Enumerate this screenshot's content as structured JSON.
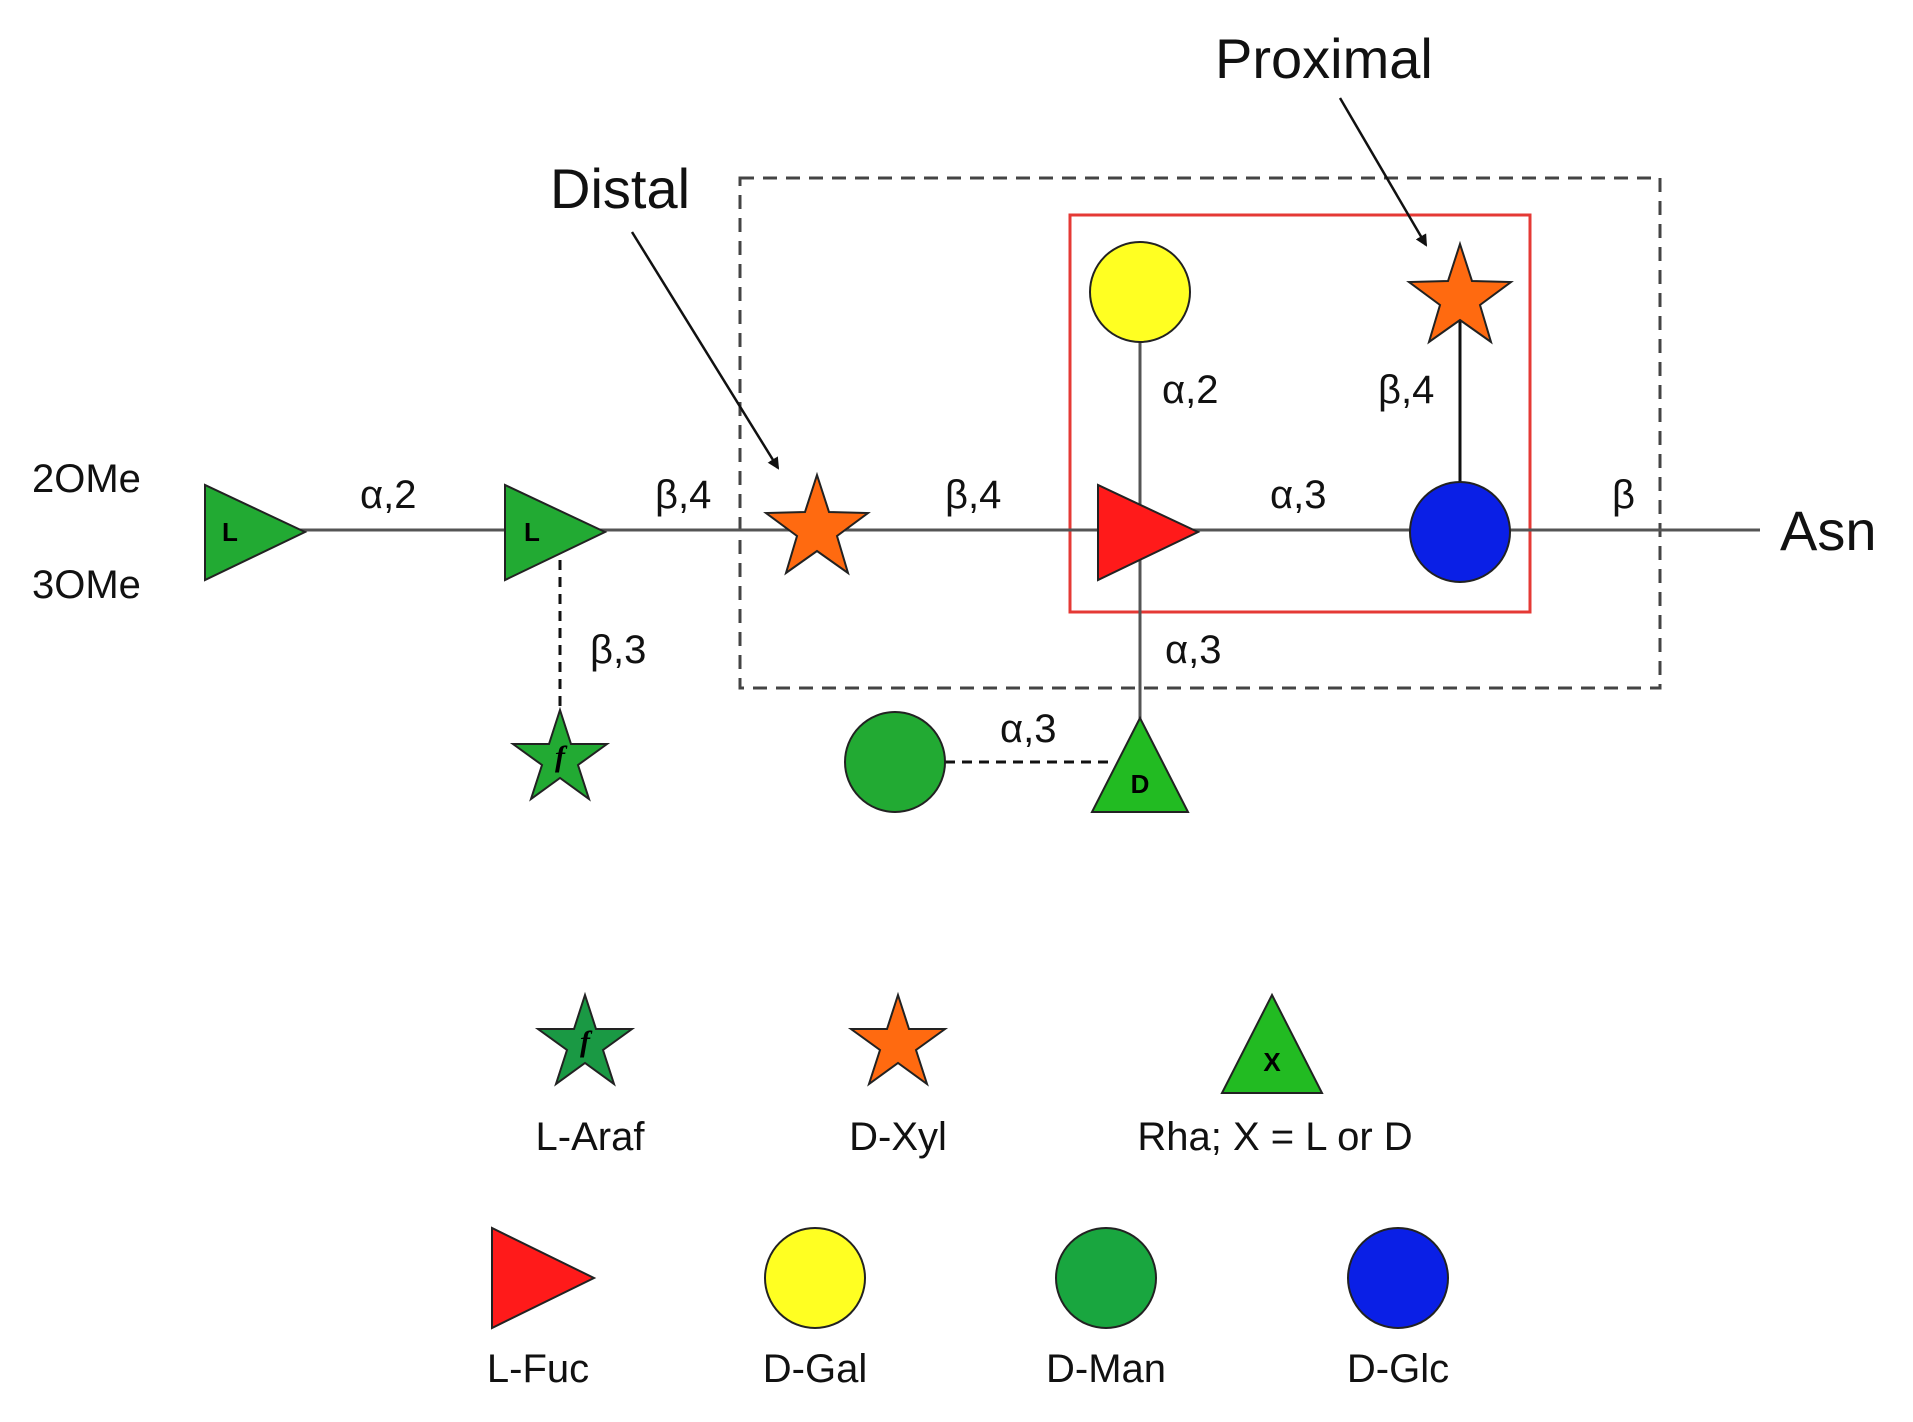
{
  "colors": {
    "arabinose_green": "#22aa33",
    "legend_arabinose_green": "#1a9944",
    "xylose_orange": "#ff6a10",
    "rhamnose_green": "#22bb22",
    "fucose_red": "#ff1a1a",
    "galactose_yellow": "#ffff22",
    "mannose_green": "#19a63f",
    "glucose_blue": "#0a1fe6",
    "proximal_box": "#e53935",
    "distal_box": "#444444"
  },
  "callouts": {
    "distal": "Distal",
    "proximal": "Proximal"
  },
  "modifications": {
    "top": "2OMe",
    "bottom": "3OMe"
  },
  "aglycone": "Asn",
  "glyph_letters": {
    "rha_L": "L",
    "rha_D": "D",
    "furanose": "f",
    "rha_generic": "X"
  },
  "linkages": {
    "l1_to_l2": "α,2",
    "l2_to_xyl": "β,4",
    "xyl_to_fuc": "β,4",
    "fuc_to_glc": "α,3",
    "glc_to_asn": "β",
    "gal_to_fuc": "α,2",
    "xyl_to_glc": "β,4",
    "araf_to_l2": "β,3",
    "rhaD_to_fuc": "α,3",
    "man_to_rhaD": "α,3"
  },
  "legend": {
    "araf": "L-Araf",
    "xyl": "D-Xyl",
    "rha": "Rha; X = L or D",
    "fuc": "L-Fuc",
    "gal": "D-Gal",
    "man": "D-Man",
    "glc": "D-Glc"
  }
}
